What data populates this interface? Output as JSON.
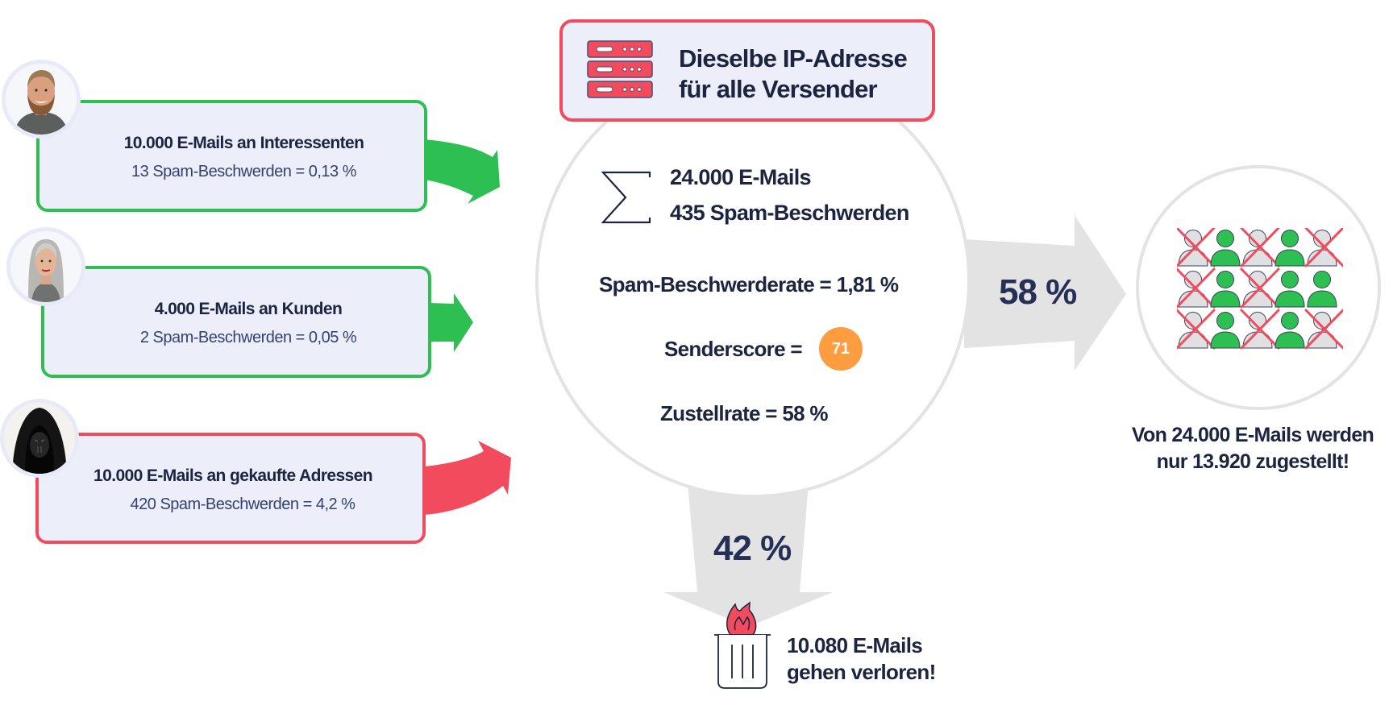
{
  "colors": {
    "green": "#2ebf52",
    "red": "#f24b5e",
    "orange": "#fd9d40",
    "box_bg": "#eceef9",
    "gray_arrow": "#e3e3e3",
    "text_dark": "#1c2440",
    "text_sub": "#36416f"
  },
  "senders": [
    {
      "avatar": "smiling-bearded-man",
      "title": "10.000 E-Mails an Interessenten",
      "complaints": "13 Spam-Beschwerden = 0,13 %",
      "status": "good"
    },
    {
      "avatar": "gray-haired-woman",
      "title": "4.000 E-Mails an Kunden",
      "complaints": "2 Spam-Beschwerden = 0,05 %",
      "status": "good"
    },
    {
      "avatar": "hooded-hacker",
      "title": "10.000 E-Mails an gekaufte Adressen",
      "complaints": "420 Spam-Beschwerden = 4,2 %",
      "status": "bad"
    }
  ],
  "ip_box": {
    "icon": "server-rack-icon",
    "line1": "Dieselbe IP-Adresse",
    "line2": "für alle Versender"
  },
  "summary": {
    "sum_icon": "sigma-icon",
    "total_emails": "24.000 E-Mails",
    "total_complaints": "435 Spam-Beschwerden",
    "complaint_rate": "Spam-Beschwerderate = 1,81 %",
    "senderscore_label": "Senderscore =",
    "senderscore_value": "71",
    "delivery_rate": "Zustellrate = 58 %"
  },
  "delivered": {
    "percent": "58 %",
    "grid": [
      [
        "x",
        "g",
        "x",
        "g",
        "x"
      ],
      [
        "x",
        "g",
        "x",
        "g",
        "g"
      ],
      [
        "x",
        "g",
        "x",
        "g",
        "x"
      ]
    ],
    "caption_line1": "Von 24.000 E-Mails werden",
    "caption_line2": "nur 13.920 zugestellt!"
  },
  "lost": {
    "percent": "42 %",
    "icon": "burning-trash-can-icon",
    "caption_line1": "10.080 E-Mails",
    "caption_line2": "gehen verloren!"
  }
}
